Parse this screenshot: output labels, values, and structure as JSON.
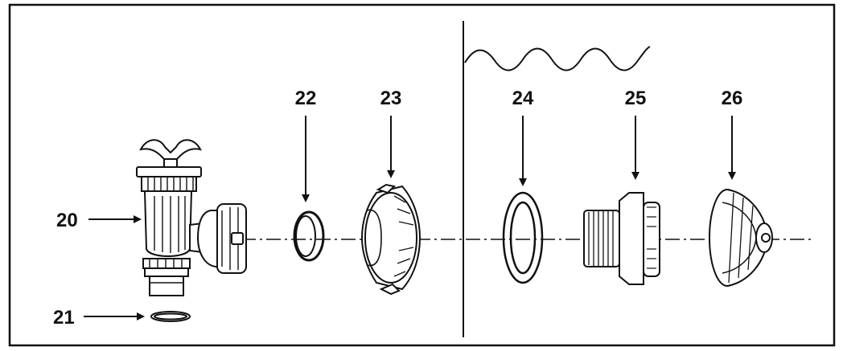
{
  "labels": {
    "p20": "20",
    "p21": "21",
    "p22": "22",
    "p23": "23",
    "p24": "24",
    "p25": "25",
    "p26": "26"
  },
  "colors": {
    "ink": "#111111",
    "paper": "#ffffff"
  }
}
